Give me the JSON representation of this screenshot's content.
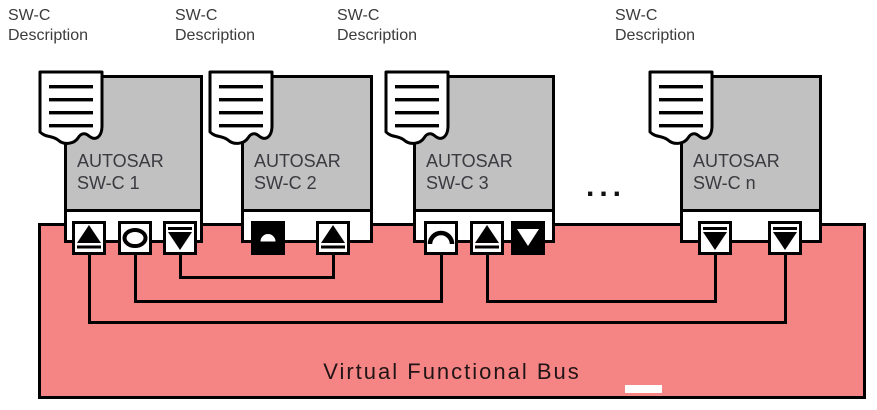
{
  "colors": {
    "bus_fill": "#F58585",
    "box_fill": "#C1C1C1",
    "border": "#000000",
    "text": "#3A3A40",
    "bus_text": "#201416",
    "highlight": "#FFFFFF"
  },
  "labels": [
    {
      "line1": "SW-C",
      "line2": "Description"
    },
    {
      "line1": "SW-C",
      "line2": "Description"
    },
    {
      "line1": "SW-C",
      "line2": "Description"
    },
    {
      "line1": "SW-C",
      "line2": "Description"
    }
  ],
  "components": [
    {
      "title_line1": "AUTOSAR",
      "title_line2": "SW-C 1",
      "ports": [
        "sender-port",
        "provided-interface-port",
        "receiver-port"
      ]
    },
    {
      "title_line1": "AUTOSAR",
      "title_line2": "SW-C 2",
      "ports": [
        "inverted-dome-port",
        "sender-port"
      ]
    },
    {
      "title_line1": "AUTOSAR",
      "title_line2": "SW-C 3",
      "ports": [
        "required-interface-port",
        "sender-port",
        "inverted-receiver-port"
      ]
    },
    {
      "title_line1": "AUTOSAR",
      "title_line2": "SW-C n",
      "ports": [
        "receiver-port",
        "receiver-port"
      ]
    }
  ],
  "ellipsis": "...",
  "bus": {
    "label": "Virtual Functional Bus"
  }
}
